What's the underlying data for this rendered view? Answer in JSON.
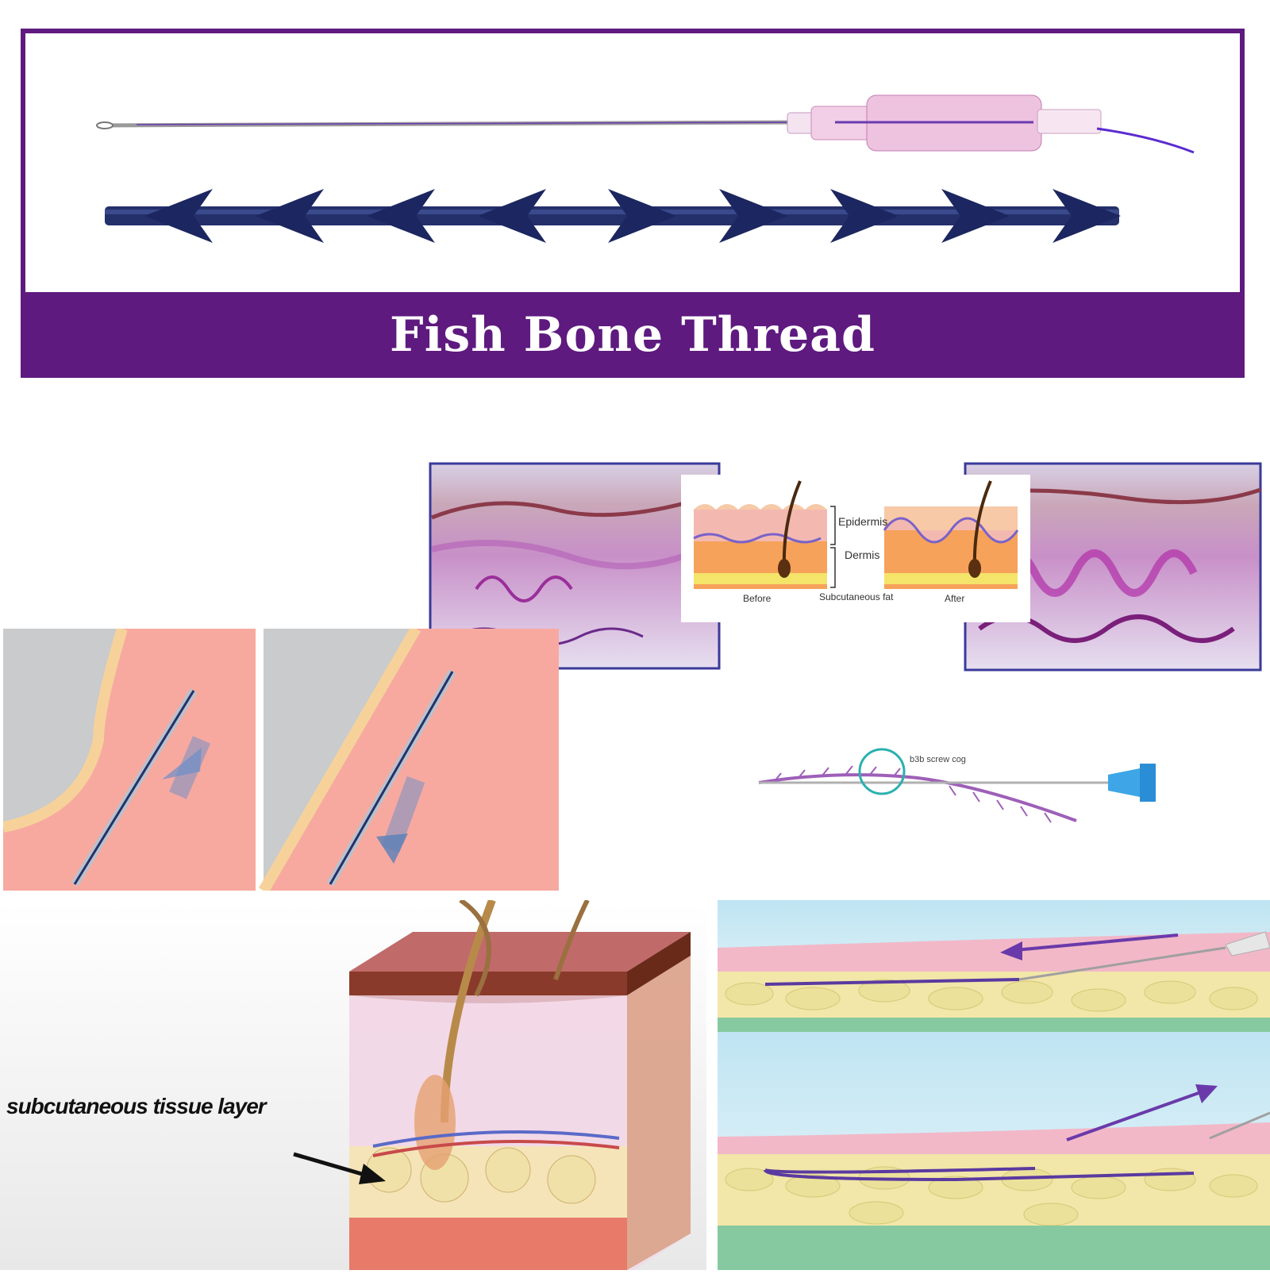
{
  "banner": {
    "title": "Fish Bone Thread"
  },
  "diagram": {
    "labels": {
      "epidermis": "Epidermis",
      "dermis": "Dermis",
      "subcutaneous_fat": "Subcutaneous fat",
      "before": "Before",
      "after": "After"
    }
  },
  "cog_thread": {
    "label": "b3b screw cog"
  },
  "skin_cross_section": {
    "label": "subcutaneous tissue layer"
  },
  "colors": {
    "brand_purple": "#5e1a7f",
    "thread_navy": "#1f2a5e",
    "skin_pink": "#f7a9a0"
  }
}
